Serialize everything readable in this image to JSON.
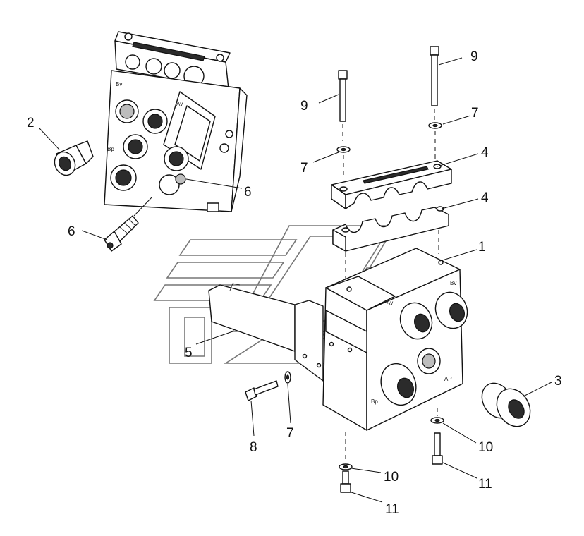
{
  "callouts": {
    "c1": "1",
    "c2": "2",
    "c3": "3",
    "c4a": "4",
    "c4b": "4",
    "c5": "5",
    "c6a": "6",
    "c6b": "6",
    "c7a": "7",
    "c7b": "7",
    "c7c": "7",
    "c8": "8",
    "c9a": "9",
    "c9b": "9",
    "c10a": "10",
    "c10b": "10",
    "c11a": "11",
    "c11b": "11"
  },
  "port_labels": {
    "bv_top": "Bv",
    "av_top": "Av",
    "bp_top": "Bp",
    "av_main": "Av",
    "bv_main": "Bv",
    "ap_main": "AP",
    "bp_main": "Bp"
  }
}
